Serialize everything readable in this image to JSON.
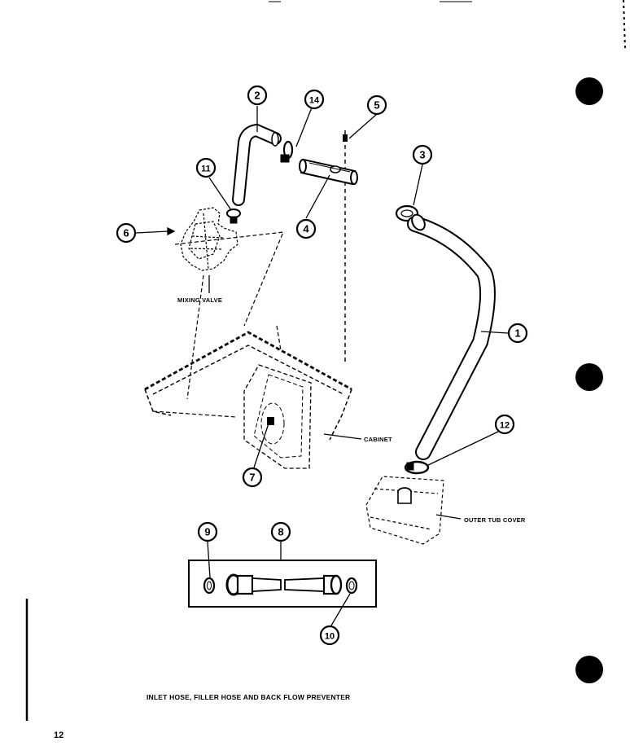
{
  "caption": "INLET HOSE, FILLER HOSE AND BACK FLOW PREVENTER",
  "page_number": "12",
  "labels": {
    "mixing_valve": "MIXING VALVE",
    "cabinet": "CABINET",
    "outer_tub_cover": "OUTER TUB COVER"
  },
  "callouts": {
    "c1": "1",
    "c2": "2",
    "c3": "3",
    "c4": "4",
    "c5": "5",
    "c6": "6",
    "c7": "7",
    "c8": "8",
    "c9": "9",
    "c10": "10",
    "c11": "11",
    "c12": "12",
    "c14": "14"
  }
}
